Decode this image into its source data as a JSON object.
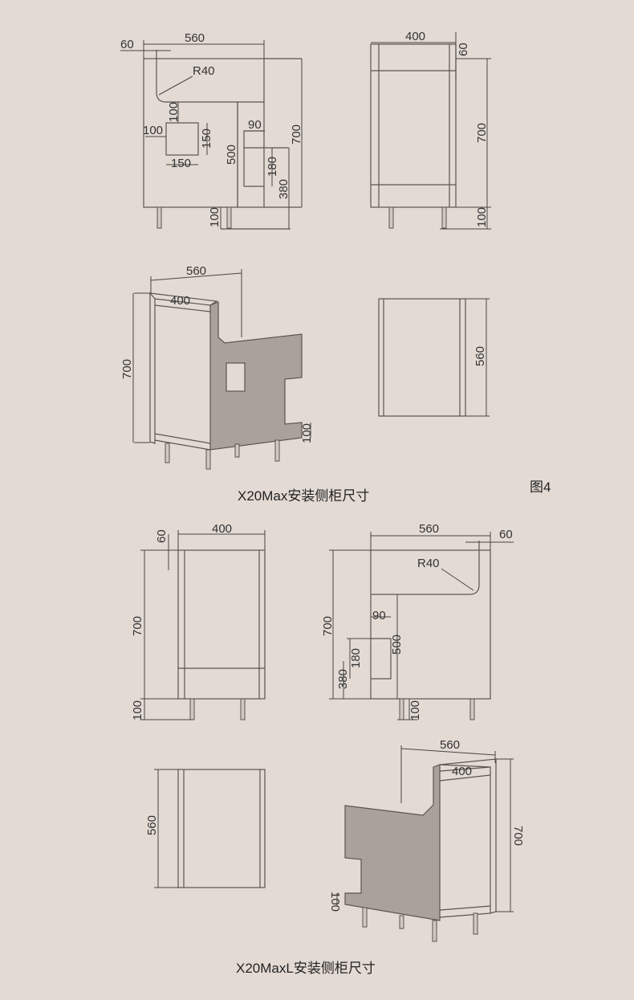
{
  "captions": {
    "x20max": "X20Max安装侧柜尺寸",
    "figure": "图4",
    "x20maxl": "X20MaxL安装侧柜尺寸"
  },
  "view_a": {
    "w560": "560",
    "w60": "60",
    "r40": "R40",
    "d100a": "100",
    "d100b": "100",
    "d150a": "150",
    "d150b": "150",
    "d90": "90",
    "d500": "500",
    "d180": "180",
    "d380": "380",
    "d700": "700",
    "d100c": "100"
  },
  "view_b": {
    "w400": "400",
    "d60": "60",
    "d700": "700",
    "d100": "100"
  },
  "view_c": {
    "w560": "560",
    "w400": "400",
    "d700": "700",
    "d100": "100"
  },
  "view_d": {
    "d560": "560"
  },
  "view_e": {
    "w400": "400",
    "d60": "60",
    "d700": "700",
    "d100": "100"
  },
  "view_f": {
    "w560": "560",
    "w60": "60",
    "r40": "R40",
    "d90": "90",
    "d500": "500",
    "d180": "180",
    "d380": "380",
    "d700": "700",
    "d100": "100"
  },
  "view_g": {
    "d560": "560"
  },
  "view_h": {
    "w560": "560",
    "w400": "400",
    "d700": "700",
    "d100": "100"
  }
}
